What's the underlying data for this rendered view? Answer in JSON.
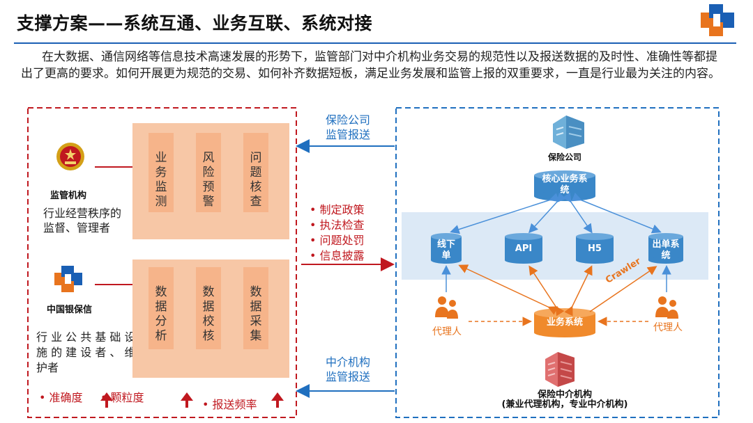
{
  "title": "支撑方案——系统互通、业务互联、系统对接",
  "intro": "在大数据、通信网络等信息技术高速发展的形势下，监管部门对中介机构业务交易的规范性以及报送数据的及时性、准确性等都提出了更高的要求。如何开展更为规范的交易、如何补齐数据短板，满足业务发展和监管上报的双重要求，一直是行业最为关注的内容。",
  "left_panel": {
    "regulator": {
      "name": "监管机构",
      "desc_line1": "行业经营秩序的",
      "desc_line2": "监督、管理者",
      "cells": [
        "业务监测",
        "风险预警",
        "问题核查"
      ]
    },
    "platform": {
      "name": "中国银保信",
      "desc_line1": "行 业 公 共 基 础 设",
      "desc_line2": "施 的 建 设 者 、 维",
      "desc_line3": "护者",
      "cells": [
        "数据分析",
        "数据校核",
        "数据采集"
      ]
    },
    "footer": {
      "item1": "• 准确度",
      "item2": "• 颗粒度",
      "item3": "• 报送频率"
    }
  },
  "middle": {
    "top_label_line1": "保险公司",
    "top_label_line2": "监管报送",
    "bullets": [
      "• 制定政策",
      "• 执法检查",
      "• 问题处罚",
      "• 信息披露"
    ],
    "bottom_label_line1": "中介机构",
    "bottom_label_line2": "监管报送"
  },
  "right_panel": {
    "insurer_label": "保险公司",
    "core_system": "核心业务系统",
    "channels": [
      "线下单",
      "API",
      "H5",
      "出单系统"
    ],
    "crawler": "Crawler",
    "agent_left": "代理人",
    "agent_right": "代理人",
    "business_system": "业务系统",
    "intermediary_line1": "保险中介机构",
    "intermediary_line2": "(兼业代理机构，专业中介机构)"
  },
  "colors": {
    "accent_blue": "#1f6fbf",
    "accent_red": "#c0181f",
    "accent_orange": "#e8741e",
    "box_peach": "#f7c7a6",
    "cell_orange": "#f6b48a",
    "db_blue": "#3a87c8"
  }
}
